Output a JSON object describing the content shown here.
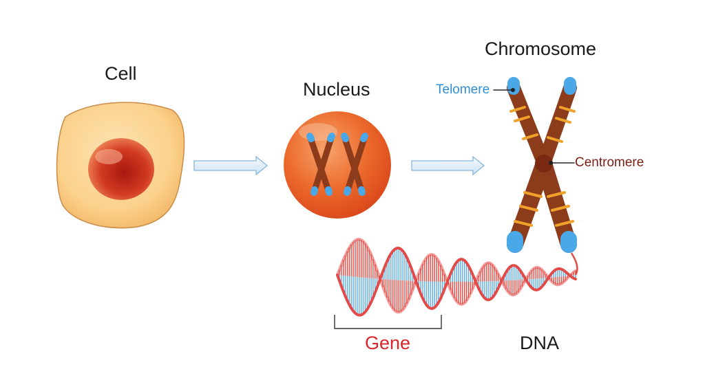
{
  "labels": {
    "cell": "Cell",
    "nucleus": "Nucleus",
    "chromosome": "Chromosome",
    "telomere": "Telomere",
    "centromere": "Centromere",
    "gene": "Gene",
    "dna": "DNA"
  },
  "colors": {
    "cell_cytoplasm": "#fbd596",
    "cell_nucleus": "#c0281a",
    "nucleus_fill": "#e65320",
    "chromosome_brown": "#8c3b1b",
    "chromosome_band": "#f0a12a",
    "telomere_blue": "#4aa8e8",
    "arrow_fill": "#dcecf8",
    "arrow_stroke": "#7fb4dc",
    "dna_strand": "#e24b47",
    "dna_rung_blue": "#5aa9e6",
    "dna_rung_red": "#e0463f",
    "gene_text": "#d8262a"
  }
}
